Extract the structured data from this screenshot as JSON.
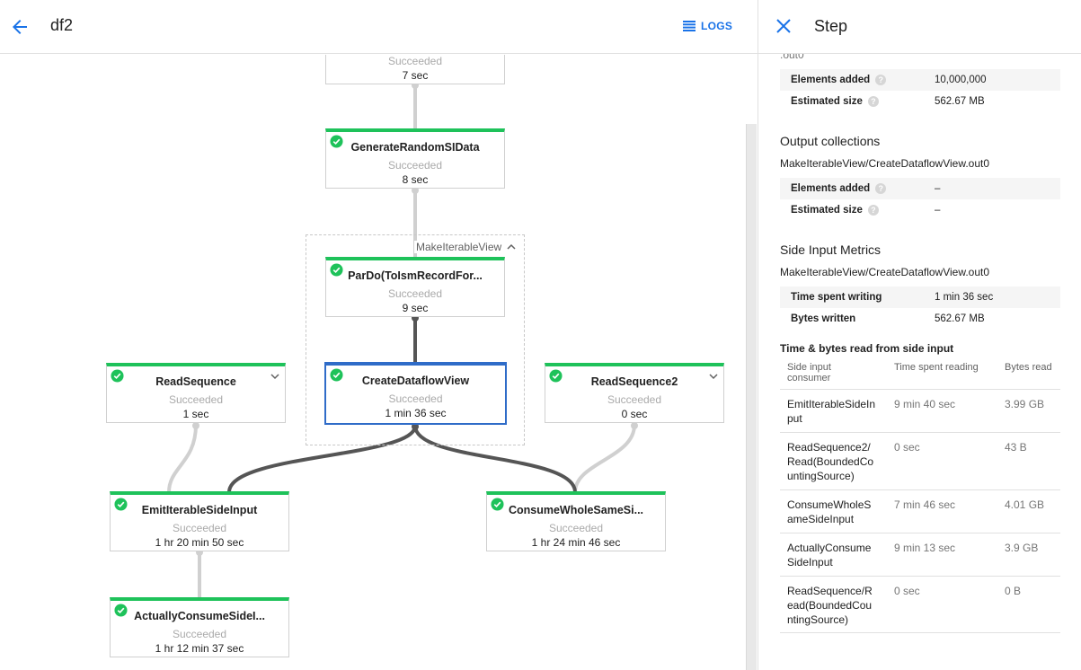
{
  "header": {
    "title": "df2",
    "logs_label": "LOGS"
  },
  "graph": {
    "group": {
      "label": "MakeIterableView"
    },
    "nodes": [
      {
        "id": "n0",
        "name": "",
        "status": "Succeeded",
        "time": "7 sec"
      },
      {
        "id": "n1",
        "name": "GenerateRandomSIData",
        "status": "Succeeded",
        "time": "8 sec"
      },
      {
        "id": "n2",
        "name": "ParDo(ToIsmRecordFor...",
        "status": "Succeeded",
        "time": "9 sec"
      },
      {
        "id": "n3",
        "name": "ReadSequence",
        "status": "Succeeded",
        "time": "1 sec"
      },
      {
        "id": "n4",
        "name": "CreateDataflowView",
        "status": "Succeeded",
        "time": "1 min 36 sec"
      },
      {
        "id": "n5",
        "name": "ReadSequence2",
        "status": "Succeeded",
        "time": "0 sec"
      },
      {
        "id": "n6",
        "name": "EmitIterableSideInput",
        "status": "Succeeded",
        "time": "1 hr 20 min 50 sec"
      },
      {
        "id": "n7",
        "name": "ConsumeWholeSameSi...",
        "status": "Succeeded",
        "time": "1 hr 24 min 46 sec"
      },
      {
        "id": "n8",
        "name": "ActuallyConsumeSideI...",
        "status": "Succeeded",
        "time": "1 hr 12 min 37 sec"
      }
    ]
  },
  "panel": {
    "title": "Step",
    "top_collection_fragment": ".out0",
    "input_metrics": [
      {
        "key": "Elements added",
        "value": "10,000,000"
      },
      {
        "key": "Estimated size",
        "value": "562.67 MB"
      }
    ],
    "output": {
      "heading": "Output collections",
      "collection": "MakeIterableView/CreateDataflowView.out0",
      "metrics": [
        {
          "key": "Elements added",
          "value": "–"
        },
        {
          "key": "Estimated size",
          "value": "–"
        }
      ]
    },
    "side_input": {
      "heading": "Side Input Metrics",
      "collection": "MakeIterableView/CreateDataflowView.out0",
      "metrics": [
        {
          "key": "Time spent writing",
          "value": "1 min 36 sec"
        },
        {
          "key": "Bytes written",
          "value": "562.67 MB"
        }
      ],
      "table_heading": "Time & bytes read from side input",
      "columns": [
        "Side input consumer",
        "Time spent reading",
        "Bytes read"
      ],
      "rows": [
        {
          "consumer": "EmitIterableSideInput",
          "time": "9 min 40 sec",
          "bytes": "3.99 GB"
        },
        {
          "consumer": "ReadSequence2/Read(BoundedCountingSource)",
          "time": "0 sec",
          "bytes": "43 B"
        },
        {
          "consumer": "ConsumeWholeSameSideInput",
          "time": "7 min 46 sec",
          "bytes": "4.01 GB"
        },
        {
          "consumer": "ActuallyConsumeSideInput",
          "time": "9 min 13 sec",
          "bytes": "3.9 GB"
        },
        {
          "consumer": "ReadSequence/Read(BoundedCountingSource)",
          "time": "0 sec",
          "bytes": "0 B"
        }
      ]
    }
  },
  "colors": {
    "accent": "#1a73e8",
    "success": "#1ec25a",
    "selected": "#2f6cc8"
  }
}
